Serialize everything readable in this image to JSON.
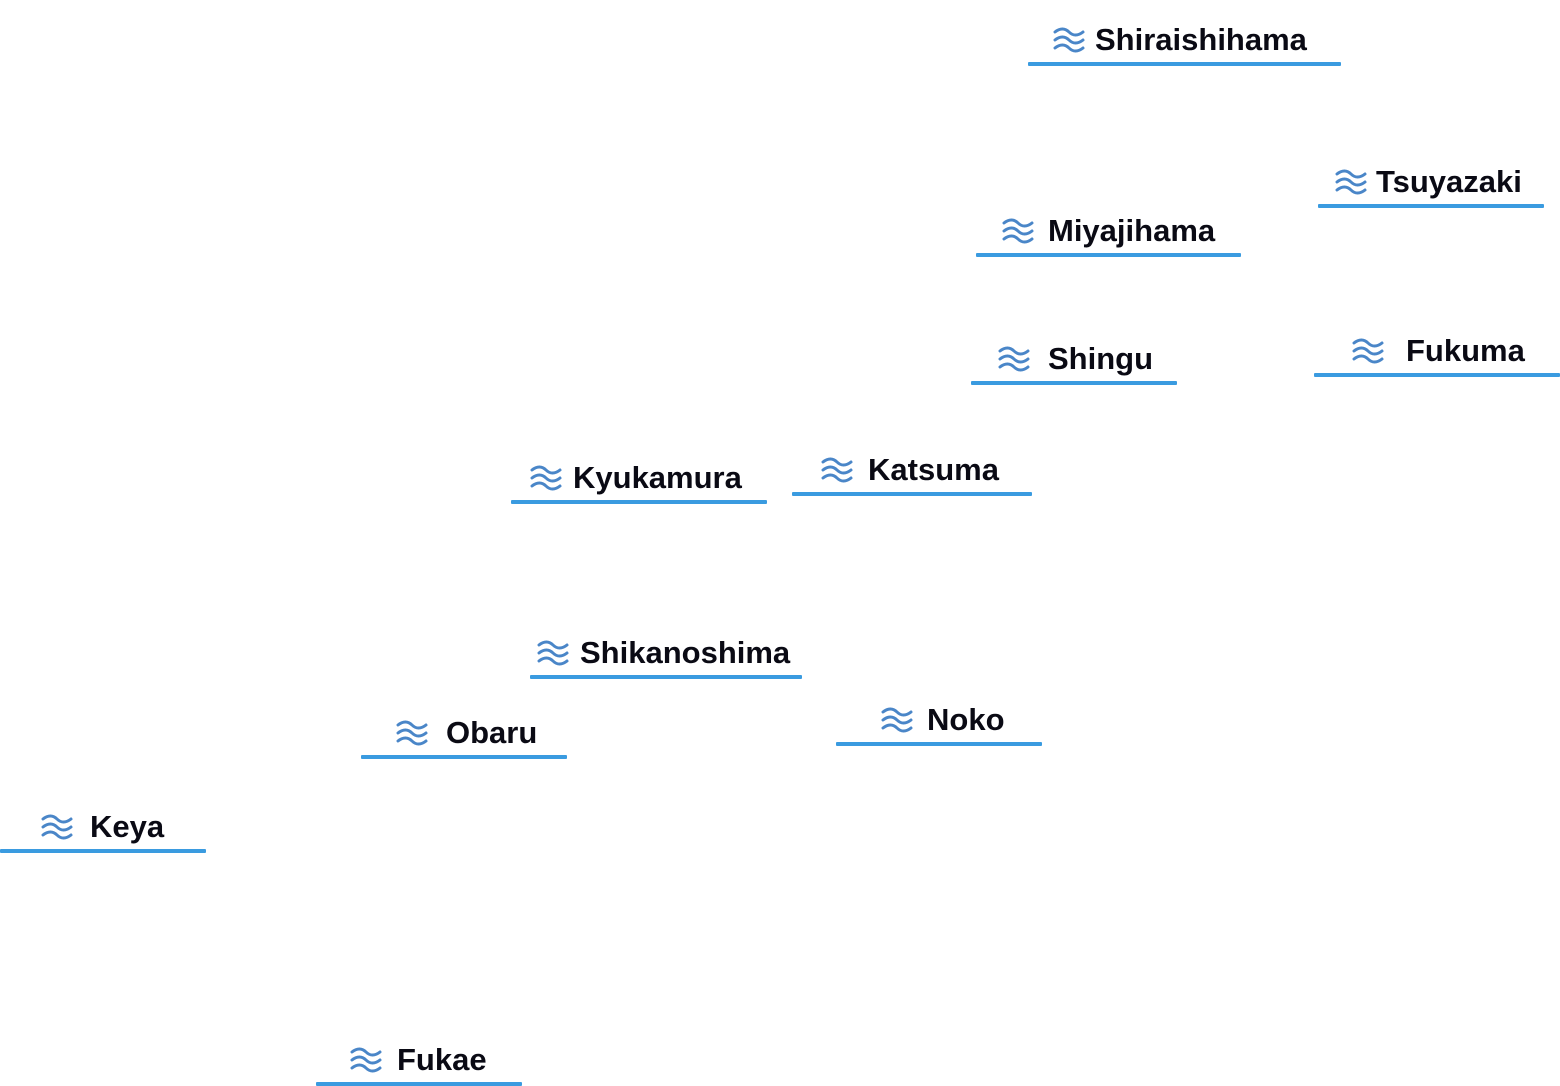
{
  "map": {
    "label_color": "#0a0a14",
    "icon_color": "#4a86c8",
    "underline_color": "#3a9be0",
    "icon_name": "water-waves-icon",
    "places": [
      {
        "id": "shiraishihama",
        "name": "Shiraishihama"
      },
      {
        "id": "tsuyazaki",
        "name": "Tsuyazaki"
      },
      {
        "id": "miyajihama",
        "name": "Miyajihama"
      },
      {
        "id": "shingu",
        "name": "Shingu"
      },
      {
        "id": "fukuma",
        "name": "Fukuma"
      },
      {
        "id": "kyukamura",
        "name": "Kyukamura"
      },
      {
        "id": "katsuma",
        "name": "Katsuma"
      },
      {
        "id": "shikanoshima",
        "name": "Shikanoshima"
      },
      {
        "id": "obaru",
        "name": "Obaru"
      },
      {
        "id": "noko",
        "name": "Noko"
      },
      {
        "id": "keya",
        "name": "Keya"
      },
      {
        "id": "fukae",
        "name": "Fukae"
      }
    ]
  }
}
